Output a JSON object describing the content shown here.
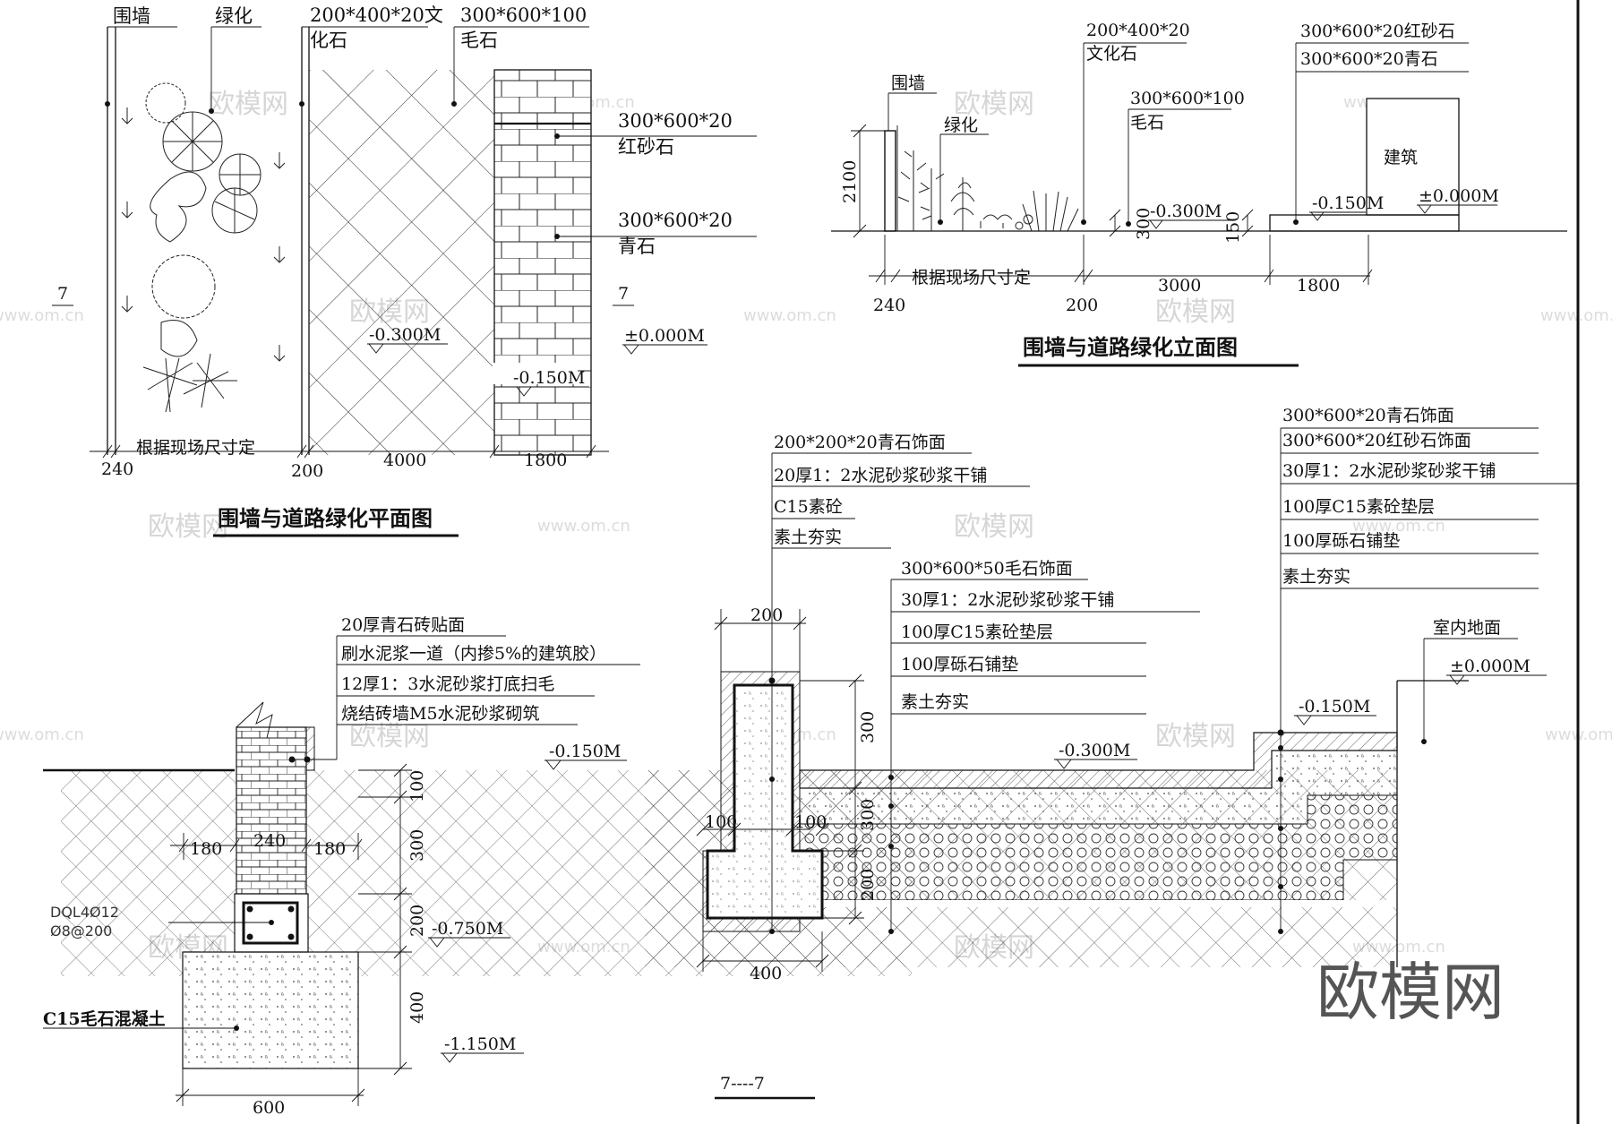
{
  "plan": {
    "title": "围墙与道路绿化平面图",
    "labels": {
      "wall": "围墙",
      "green": "绿化",
      "stone1_a": "200*400*20文",
      "stone1_b": "化石",
      "rubble_a": "300*600*100",
      "rubble_b": "毛石",
      "red_a": "300*600*20",
      "red_b": "红砂石",
      "blue_a": "300*600*20",
      "blue_b": "青石",
      "level_road": "-0.300M",
      "level_side": "-0.150M",
      "level_zero": "±0.000M",
      "site_dim": "根据现场尺寸定",
      "section_mark_left": "7",
      "section_mark_right": "7"
    },
    "dims": {
      "d240": "240",
      "d200": "200",
      "d4000": "4000",
      "d1800": "1800"
    }
  },
  "elevation": {
    "title": "围墙与道路绿化立面图",
    "labels": {
      "stone_a": "200*400*20",
      "stone_b": "文化石",
      "red": "300*600*20红砂石",
      "blue": "300*600*20青石",
      "wall": "围墙",
      "green": "绿化",
      "rubble_a": "300*600*100",
      "rubble_b": "毛石",
      "building": "建筑",
      "level_road": "-0.300M",
      "level_side": "-0.150M",
      "level_zero": "±0.000M",
      "site_dim": "根据现场尺寸定"
    },
    "dims": {
      "h2100": "2100",
      "h300": "300",
      "h150": "150",
      "d240": "240",
      "d200": "200",
      "d3000": "3000",
      "d1800": "1800"
    }
  },
  "wall_section": {
    "notes": [
      "20厚青石砖贴面",
      "刷水泥浆一道（内掺5%的建筑胶）",
      "12厚1：3水泥砂浆打底扫毛",
      "烧结砖墙M5水泥砂浆砌筑"
    ],
    "beam_a": "DQL4Ø12",
    "beam_b": "Ø8@200",
    "footing": "C15毛石混凝土",
    "levels": {
      "ground": "-0.150M",
      "beam": "-0.750M",
      "bottom": "-1.150M"
    },
    "dims": {
      "d180a": "180",
      "d240": "240",
      "d180b": "180",
      "v100": "100",
      "v300": "300",
      "v200": "200",
      "v400": "400",
      "w600": "600"
    }
  },
  "road_section": {
    "curb_notes": [
      "200*200*20青石饰面",
      "20厚1：2水泥砂浆砂浆干铺",
      "C15素砼",
      "素土夯实"
    ],
    "road_notes": [
      "300*600*50毛石饰面",
      "30厚1：2水泥砂浆砂浆干铺",
      "100厚C15素砼垫层",
      "100厚砾石铺垫",
      "素土夯实"
    ],
    "side_notes": [
      "300*600*20青石饰面",
      "300*600*20红砂石饰面",
      "30厚1：2水泥砂浆砂浆干铺",
      "100厚C15素砼垫层",
      "100厚砾石铺垫",
      "素土夯实"
    ],
    "indoor": "室内地面",
    "levels": {
      "zero": "±0.000M",
      "side": "-0.150M",
      "road": "-0.300M"
    },
    "dims": {
      "top200": "200",
      "v300a": "300",
      "v300b": "300",
      "v200": "200",
      "h100a": "100",
      "h100b": "100",
      "w400": "400"
    },
    "mark": "7----7"
  },
  "watermark": {
    "text": "欧模网",
    "url": "www.om.cn",
    "brand": "欧模网"
  }
}
